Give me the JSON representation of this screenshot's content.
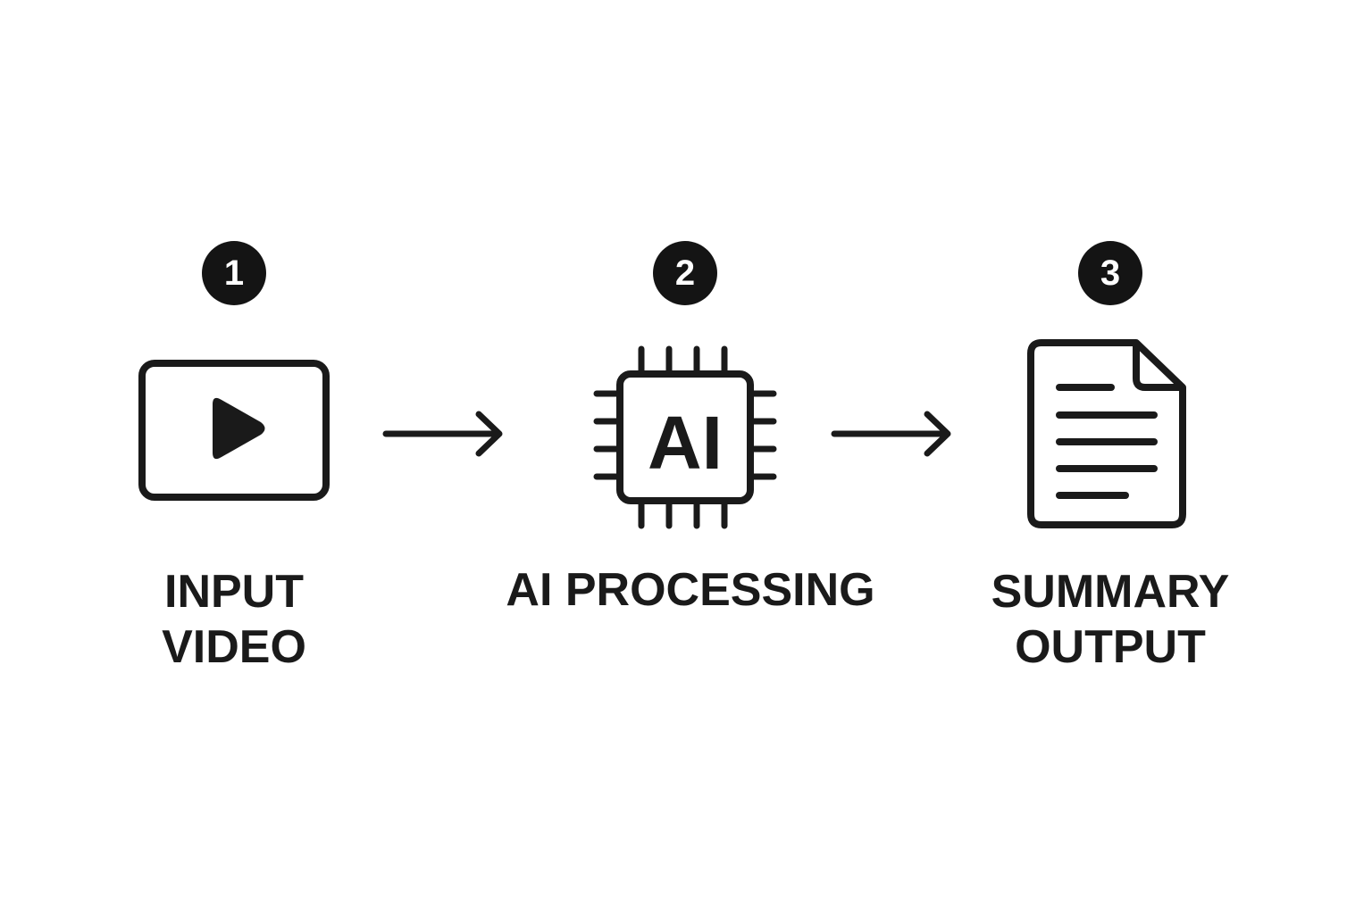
{
  "diagram": {
    "steps": [
      {
        "number": "1",
        "icon": "video-play-icon",
        "label_lines": [
          "INPUT",
          "VIDEO"
        ]
      },
      {
        "number": "2",
        "icon": "ai-chip-icon",
        "icon_text": "AI",
        "label_lines": [
          "AI PROCESSING"
        ]
      },
      {
        "number": "3",
        "icon": "document-icon",
        "label_lines": [
          "SUMMARY",
          "OUTPUT"
        ]
      }
    ],
    "connectors": [
      "arrow-right-icon",
      "arrow-right-icon"
    ],
    "colors": {
      "ink": "#1a1a1a",
      "badge": "#141414",
      "background": "#ffffff"
    }
  }
}
